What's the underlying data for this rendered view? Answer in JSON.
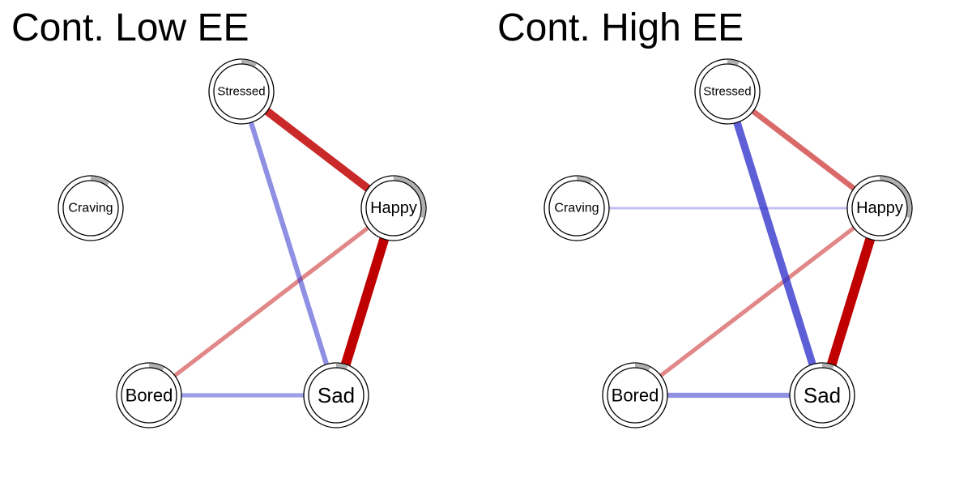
{
  "node_labels": {
    "stressed": "Stressed",
    "craving": "Craving",
    "happy": "Happy",
    "bored": "Bored",
    "sad": "Sad"
  },
  "panels": [
    {
      "title": "Cont. Low EE",
      "pie": {
        "stressed": 0.08,
        "craving": 0.1,
        "happy": 0.3,
        "bored": 0.08,
        "sad": 0.06
      },
      "edges": [
        {
          "from": "stressed",
          "to": "happy",
          "sign": "positive",
          "weight": 0.8
        },
        {
          "from": "happy",
          "to": "sad",
          "sign": "positive",
          "weight": 1.0
        },
        {
          "from": "happy",
          "to": "bored",
          "sign": "positive",
          "weight": 0.35
        },
        {
          "from": "stressed",
          "to": "sad",
          "sign": "negative",
          "weight": 0.45
        },
        {
          "from": "bored",
          "to": "sad",
          "sign": "negative",
          "weight": 0.35
        }
      ]
    },
    {
      "title": "Cont. High EE",
      "pie": {
        "stressed": 0.06,
        "craving": 0.08,
        "happy": 0.3,
        "bored": 0.08,
        "sad": 0.06
      },
      "edges": [
        {
          "from": "stressed",
          "to": "happy",
          "sign": "positive",
          "weight": 0.5
        },
        {
          "from": "happy",
          "to": "sad",
          "sign": "positive",
          "weight": 1.0
        },
        {
          "from": "happy",
          "to": "bored",
          "sign": "positive",
          "weight": 0.35
        },
        {
          "from": "stressed",
          "to": "sad",
          "sign": "negative",
          "weight": 0.75
        },
        {
          "from": "bored",
          "to": "sad",
          "sign": "negative",
          "weight": 0.45
        },
        {
          "from": "craving",
          "to": "happy",
          "sign": "negative",
          "weight": 0.15
        }
      ]
    }
  ],
  "colors": {
    "positive_edge": "#c00000",
    "negative_edge": "#3333cc",
    "node_border": "#000000",
    "node_fill": "#ffffff",
    "pie_fill": "#b0b0b0"
  }
}
